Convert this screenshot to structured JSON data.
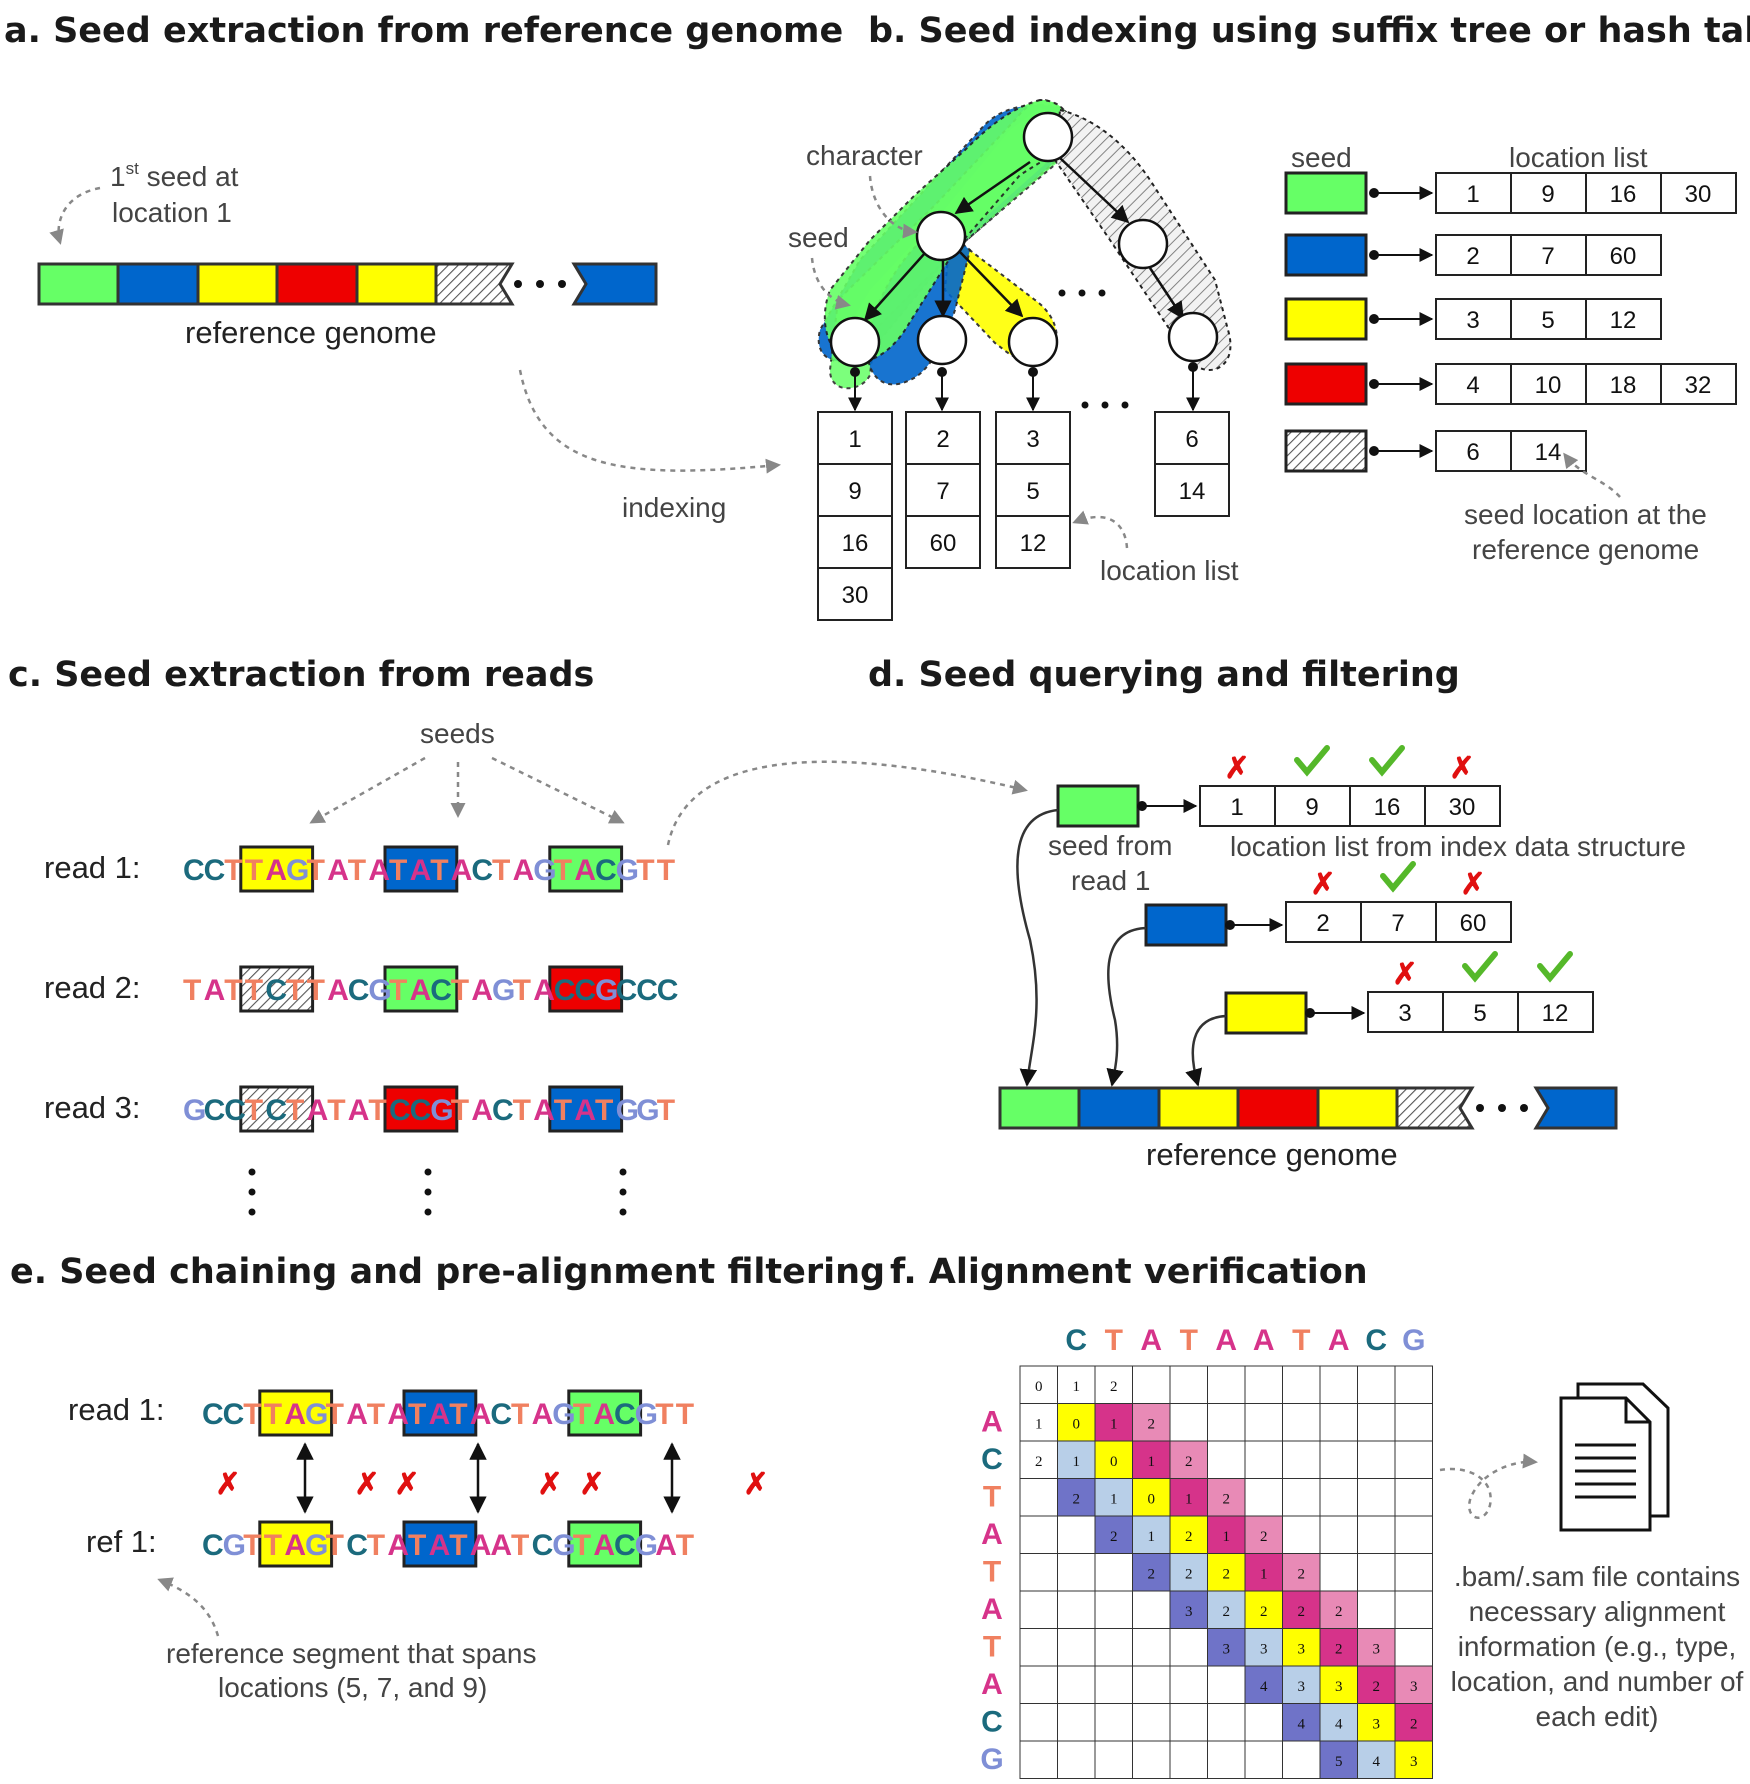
{
  "colors": {
    "green": "#66ff66",
    "blue": "#0066cc",
    "yellow": "#ffff00",
    "red": "#ee0000",
    "A": "#d6338a",
    "C": "#1b6a7d",
    "G": "#7f8fd6",
    "T": "#f08060",
    "matrix_yellow": "#ffff00",
    "matrix_pink": "#d6338a",
    "matrix_lightpink": "#e88ab6",
    "matrix_lightblue": "#b8cfe8",
    "matrix_blue": "#6f73c8"
  },
  "section_a": {
    "title": "a. Seed extraction from reference genome",
    "note_pre": "1",
    "note_sup": "st",
    "note_post": " seed at",
    "note_line2": "location 1",
    "genome_label": "reference genome",
    "indexing_label": "indexing"
  },
  "section_b": {
    "title": "b. Seed indexing using suffix tree or hash table",
    "character_label": "character",
    "seed_label": "seed",
    "location_list_label": "location list",
    "tree_lists": [
      [
        "1",
        "9",
        "16",
        "30"
      ],
      [
        "2",
        "7",
        "60"
      ],
      [
        "3",
        "5",
        "12"
      ],
      [
        "6",
        "14"
      ]
    ],
    "ellipsis": "...",
    "hash_header_seed": "seed",
    "hash_header_list": "location list",
    "hash_rows": [
      {
        "seed": "green",
        "locations": [
          "1",
          "9",
          "16",
          "30"
        ]
      },
      {
        "seed": "blue",
        "locations": [
          "2",
          "7",
          "60"
        ]
      },
      {
        "seed": "yellow",
        "locations": [
          "3",
          "5",
          "12"
        ]
      },
      {
        "seed": "red",
        "locations": [
          "4",
          "10",
          "18",
          "32"
        ]
      },
      {
        "seed": "hatched",
        "locations": [
          "6",
          "14"
        ]
      }
    ],
    "seed_location_note_line1": "seed location at the",
    "seed_location_note_line2": "reference genome"
  },
  "section_c": {
    "title": "c. Seed extraction from reads",
    "seeds_label": "seeds",
    "reads": [
      {
        "label": "read 1:",
        "sequence": "CCTTAGTATATATACTAGTACGTT"
      },
      {
        "label": "read 2:",
        "sequence": "TATTCTTACGTACTAGTACCGCCC"
      },
      {
        "label": "read 3:",
        "sequence": "GCCTCTATATCCGTACTATATGGT"
      }
    ]
  },
  "section_d": {
    "title": "d. Seed querying and filtering",
    "seed_from_line1": "seed from",
    "seed_from_line2": "read 1",
    "location_list_from": "location list from index data structure",
    "queries": [
      {
        "seed": "green",
        "locations": [
          "1",
          "9",
          "16",
          "30"
        ],
        "pass": [
          false,
          true,
          true,
          false
        ]
      },
      {
        "seed": "blue",
        "locations": [
          "2",
          "7",
          "60"
        ],
        "pass": [
          false,
          true,
          false
        ]
      },
      {
        "seed": "yellow",
        "locations": [
          "3",
          "5",
          "12"
        ],
        "pass": [
          false,
          true,
          true
        ]
      }
    ],
    "genome_label": "reference genome"
  },
  "section_e": {
    "title": "e. Seed chaining and pre-alignment filtering",
    "read_label": "read 1:",
    "read_sequence": "CCTTAGTATATATACTAGTACGTT",
    "ref_label": "ref 1:",
    "ref_sequence": "CGTTAGTCTATATAATCGTACGAT",
    "note_line1": "reference segment that spans",
    "note_line2": "locations (5, 7, and 9)"
  },
  "section_f": {
    "title": "f. Alignment verification",
    "columns": [
      "C",
      "T",
      "A",
      "T",
      "A",
      "A",
      "T",
      "A",
      "C",
      "G"
    ],
    "rows": [
      "A",
      "C",
      "T",
      "A",
      "T",
      "A",
      "T",
      "A",
      "C",
      "G"
    ],
    "matrix": [
      [
        "0",
        "1",
        "2",
        "",
        "",
        "",
        "",
        "",
        "",
        "",
        ""
      ],
      [
        "1",
        "0",
        "1",
        "2",
        "",
        "",
        "",
        "",
        "",
        "",
        ""
      ],
      [
        "2",
        "1",
        "0",
        "1",
        "2",
        "",
        "",
        "",
        "",
        "",
        ""
      ],
      [
        "",
        "2",
        "1",
        "0",
        "1",
        "2",
        "",
        "",
        "",
        "",
        ""
      ],
      [
        "",
        "",
        "2",
        "1",
        "2",
        "1",
        "2",
        "",
        "",
        "",
        ""
      ],
      [
        "",
        "",
        "",
        "2",
        "2",
        "2",
        "1",
        "2",
        "",
        "",
        ""
      ],
      [
        "",
        "",
        "",
        "",
        "3",
        "2",
        "2",
        "2",
        "2",
        "",
        ""
      ],
      [
        "",
        "",
        "",
        "",
        "",
        "3",
        "3",
        "3",
        "2",
        "3",
        ""
      ],
      [
        "",
        "",
        "",
        "",
        "",
        "",
        "4",
        "3",
        "3",
        "2",
        "3"
      ],
      [
        "",
        "",
        "",
        "",
        "",
        "",
        "",
        "4",
        "4",
        "3",
        "2"
      ],
      [
        "",
        "",
        "",
        "",
        "",
        "",
        "",
        "",
        "5",
        "4",
        "3"
      ]
    ],
    "file_note": [
      ".bam/.sam file contains",
      "necessary alignment",
      "information (e.g., type,",
      "location, and number of",
      "each edit)"
    ]
  }
}
